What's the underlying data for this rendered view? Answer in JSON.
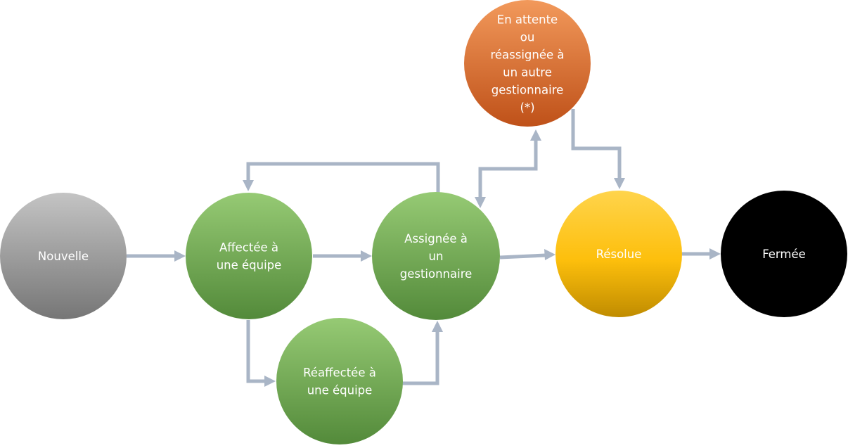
{
  "diagram": {
    "nodes": {
      "nouvelle": {
        "lines": [
          "Nouvelle"
        ]
      },
      "affectee": {
        "lines": [
          "Affectée à",
          "une équipe"
        ]
      },
      "assignee": {
        "lines": [
          "Assignée à",
          "un",
          "gestionnaire"
        ]
      },
      "reaffectee": {
        "lines": [
          "Réaffectée à",
          "une équipe"
        ]
      },
      "attente": {
        "lines": [
          "En attente",
          "ou",
          "réassignée à",
          "un autre",
          "gestionnaire",
          "(*)"
        ]
      },
      "resolue": {
        "lines": [
          "Résolue"
        ]
      },
      "fermee": {
        "lines": [
          "Fermée"
        ]
      }
    },
    "colors": {
      "arrow": "#a9b5c6",
      "grey_top": "#c4c4c4",
      "grey_bottom": "#767676",
      "green_top": "#96ca74",
      "green_bottom": "#538a3a",
      "orange_top": "#f2995b",
      "orange_bottom": "#bf5119",
      "yellow_top": "#ffd44c",
      "yellow_mid": "#fdbf0c",
      "yellow_bottom": "#c08c00",
      "black": "#000000"
    }
  }
}
